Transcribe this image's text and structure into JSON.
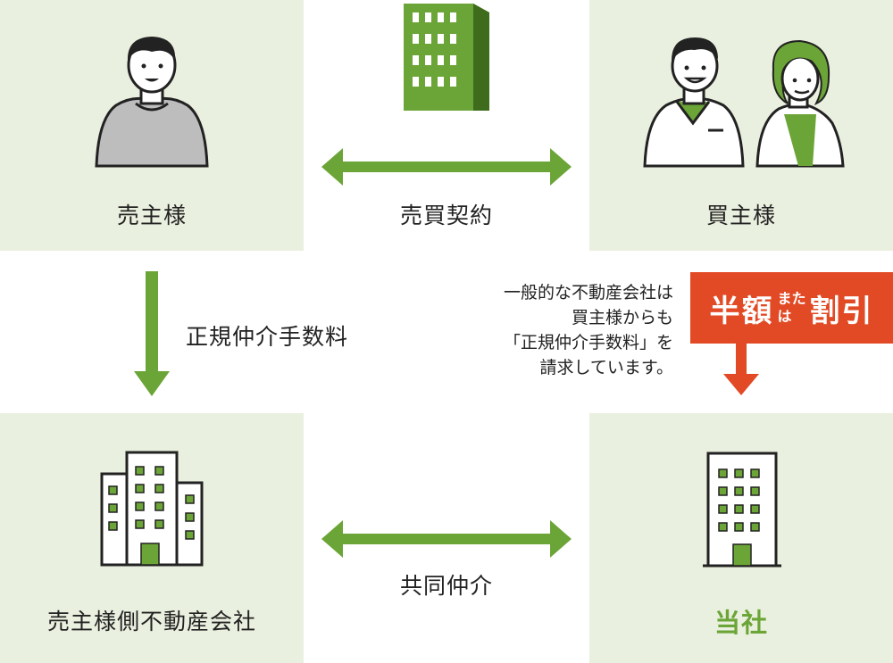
{
  "panels": {
    "seller": {
      "label": "売主様"
    },
    "buyer": {
      "label": "買主様"
    },
    "seller_agency": {
      "label": "売主様側不動産会社"
    },
    "our_company": {
      "label": "当社"
    }
  },
  "arrows": {
    "contract": "売買契約",
    "fee": "正規仲介手数料",
    "joint": "共同仲介"
  },
  "note": {
    "lines": [
      "一般的な不動産会社は",
      "買主様からも",
      "「正規仲介手数料」を",
      "請求しています。"
    ]
  },
  "discount_badge": {
    "left": "半額",
    "middle_top": "また",
    "middle_bottom": "は",
    "right": "割引"
  },
  "colors": {
    "panel_bg": "#eaf0df",
    "green": "#6ca537",
    "badge_red": "#e14a25"
  }
}
